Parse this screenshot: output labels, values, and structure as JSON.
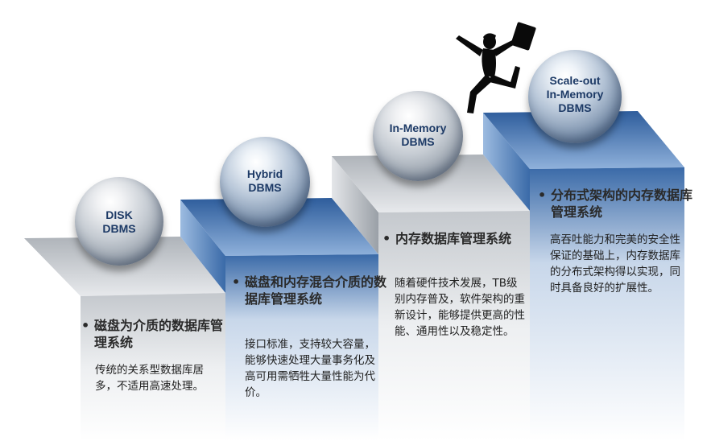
{
  "steps": [
    {
      "sphere_label": [
        "DISK",
        "DBMS"
      ],
      "heading": "磁盘为介质的数据库管理系统",
      "description": "传统的关系型数据库居多，不适用高速处理。"
    },
    {
      "sphere_label": [
        "Hybrid",
        "DBMS"
      ],
      "heading": "磁盘和内存混合介质的数据库管理系统",
      "description": "接口标准，支持较大容量，能够快速处理大量事务化及高可用需牺牲大量性能为代价。"
    },
    {
      "sphere_label": [
        "In-Memory",
        "DBMS"
      ],
      "heading": "内存数据库管理系统",
      "description": "随着硬件技术发展，TB级别内存普及，软件架构的重新设计，能够提供更高的性能、通用性以及稳定性。"
    },
    {
      "sphere_label": [
        "Scale-out",
        "In-Memory",
        "DBMS"
      ],
      "heading": "分布式架构的内存数据库管理系统",
      "description": "高吞吐能力和完美的安全性保证的基础上，内存数据库的分布式架构得以实现，同时具备良好的扩展性。"
    }
  ],
  "bullet_char": "•",
  "colors": {
    "step_blue": "#3f6fae",
    "step_gray": "#c3c7cc",
    "sphere_text": "#1d3a66",
    "text": "#1f1f1f"
  },
  "icons": [
    "runner-with-briefcase-icon"
  ]
}
